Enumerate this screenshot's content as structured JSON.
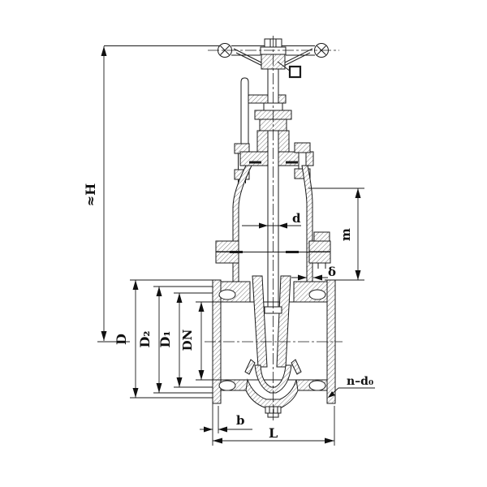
{
  "drawing": {
    "dimension_labels": {
      "overall_height": "≈H",
      "stem_diameter": "d",
      "bonnet_height": "m",
      "wall_thickness": "δ",
      "flange_outer_diameter": "D",
      "raised_face_diameter": "D₂",
      "bolt_circle_diameter": "D₁",
      "nominal_diameter": "DN",
      "flange_thickness": "b",
      "face_to_face_length": "L",
      "bolt_holes": "n–d₀"
    },
    "symbols": {
      "stem_square_section": "□"
    }
  }
}
